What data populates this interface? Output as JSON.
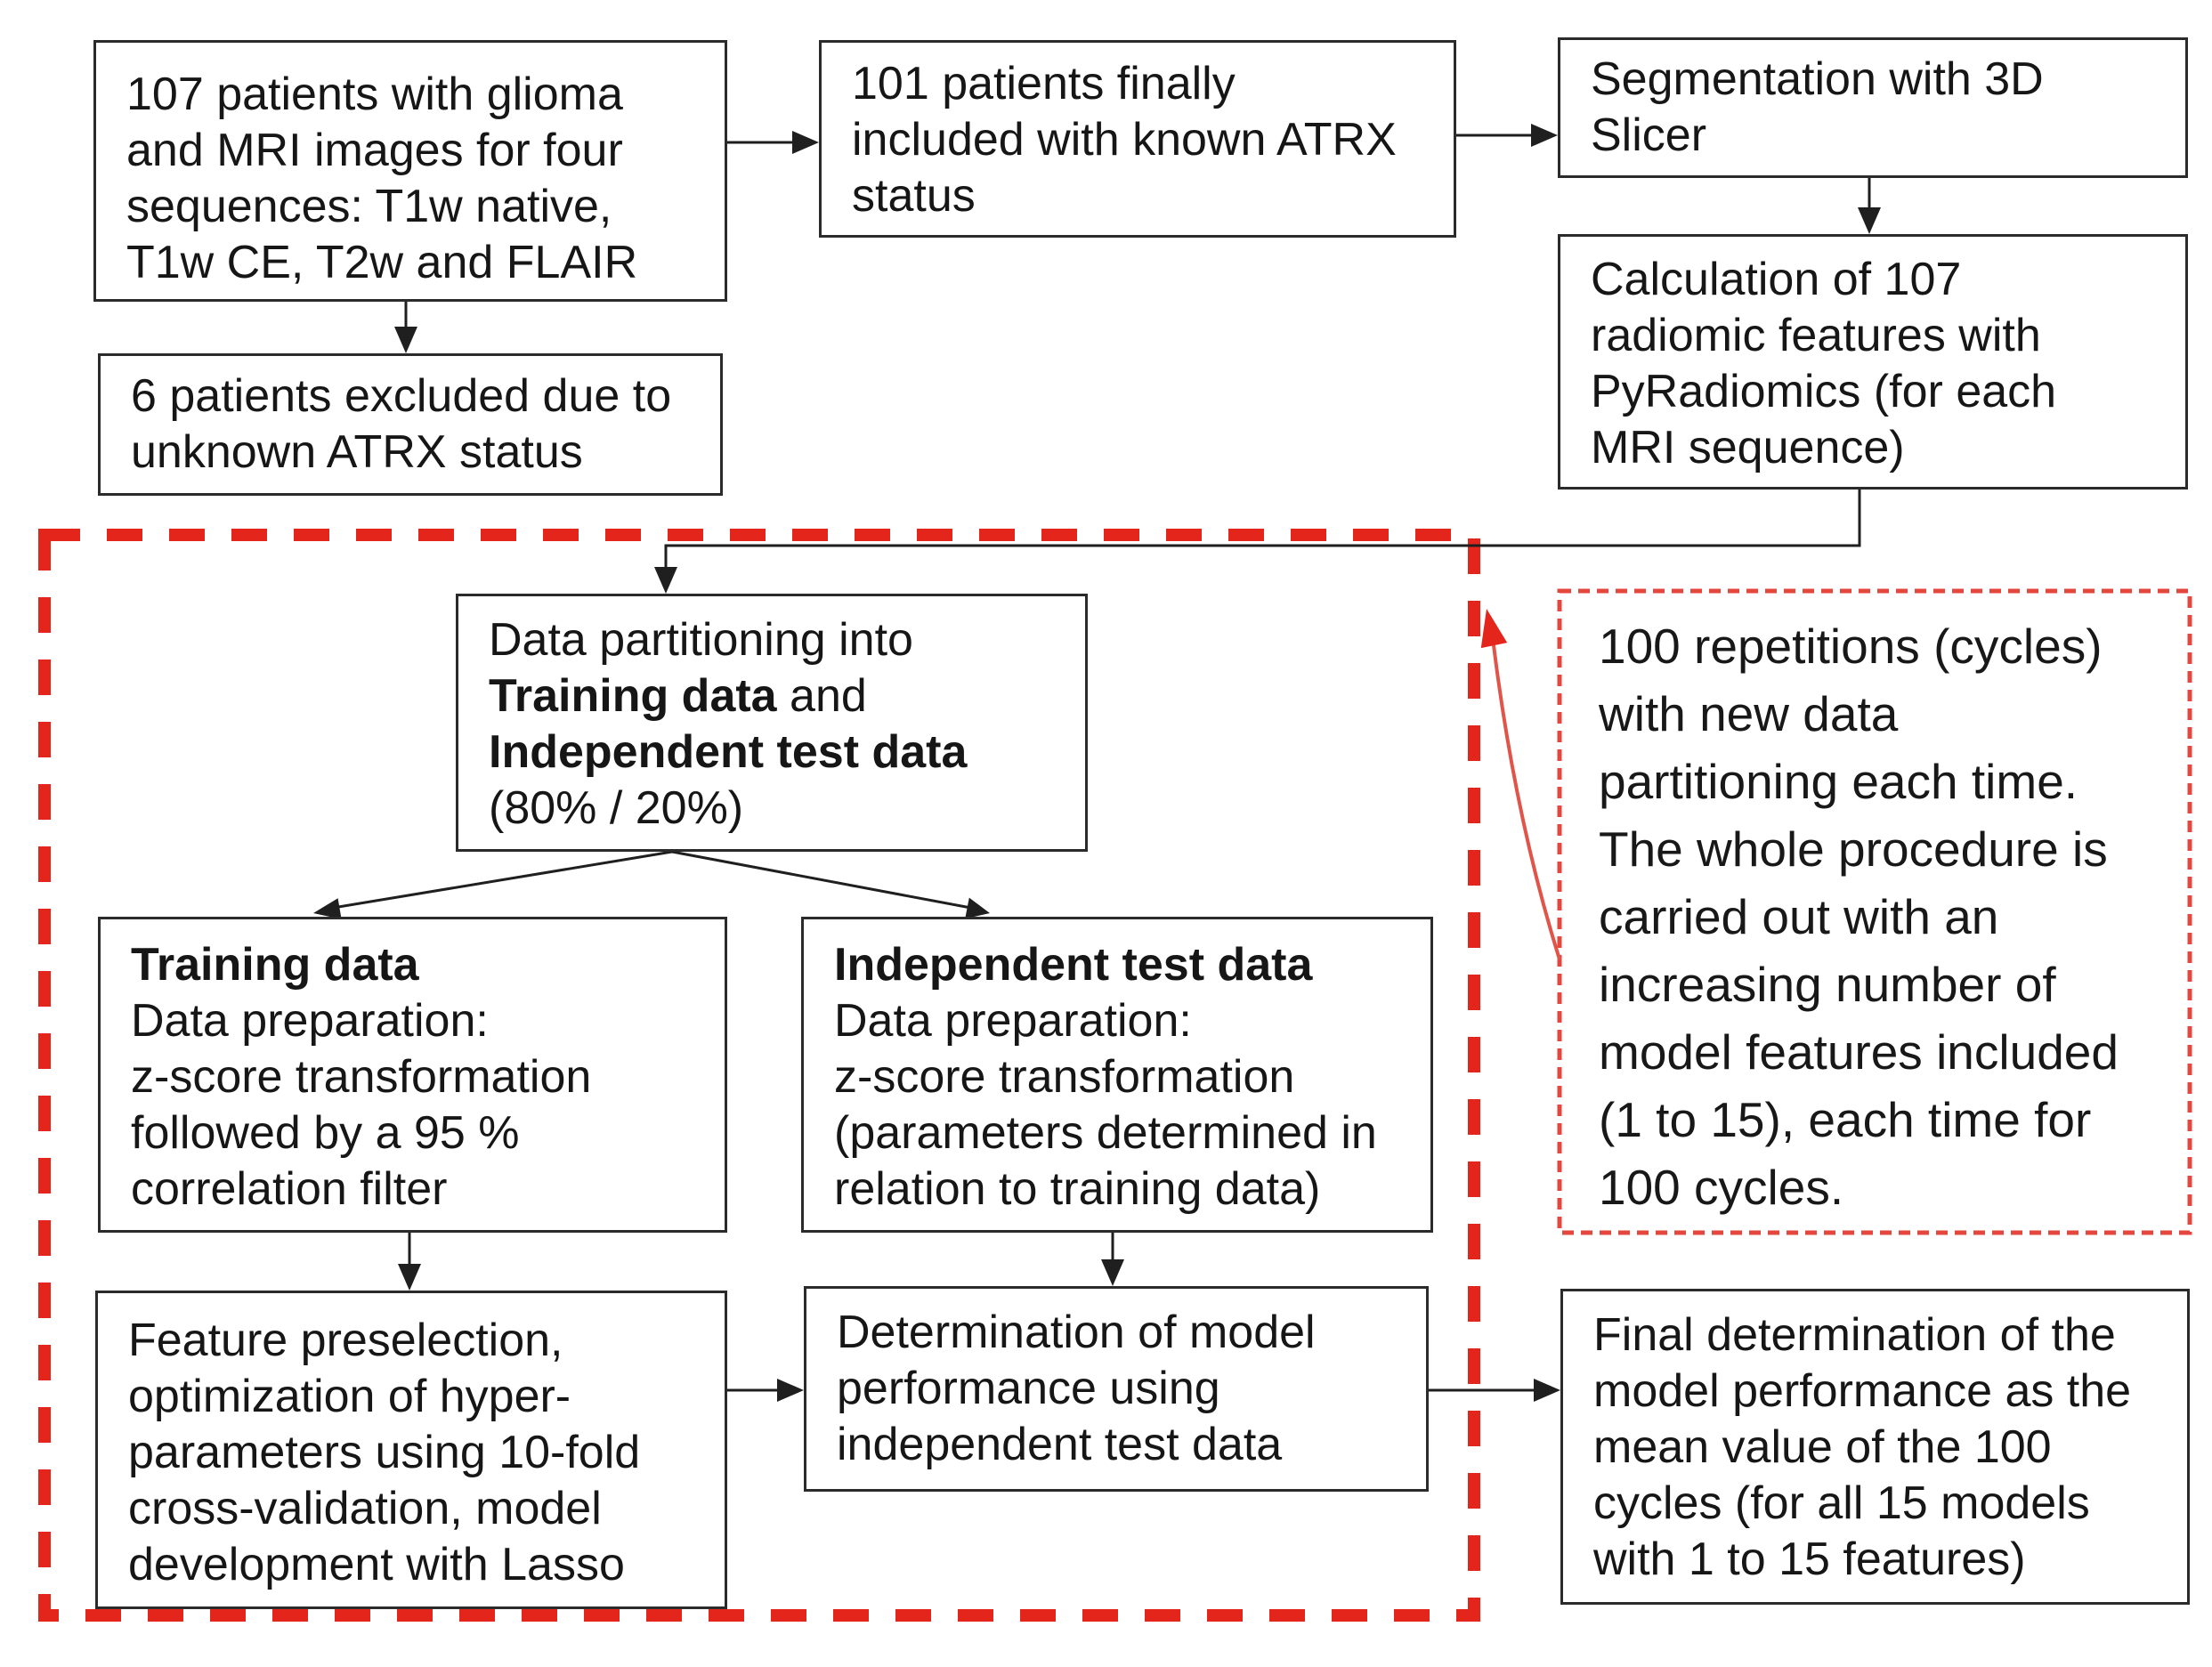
{
  "colors": {
    "background": "#ffffff",
    "box_border": "#2b2b2b",
    "text": "#161616",
    "arrow": "#1f1f1f",
    "red_strong": "#e3251c",
    "red_soft": "#e4473d",
    "red_pointer": "#e0544a"
  },
  "boxes": {
    "patients107": {
      "lines": [
        "107 patients with glioma",
        "and MRI images for four",
        "sequences: T1w native,",
        "T1w CE, T2w and FLAIR"
      ]
    },
    "excluded6": {
      "lines": [
        "6 patients excluded due to",
        "unknown ATRX status"
      ]
    },
    "patients101": {
      "lines": [
        "101 patients finally",
        "included with known ATRX",
        "status"
      ]
    },
    "segmentation": {
      "lines": [
        "Segmentation with 3D",
        "Slicer"
      ]
    },
    "calculation": {
      "lines": [
        "Calculation of 107",
        "radiomic features with",
        "PyRadiomics (for each",
        "MRI sequence)"
      ]
    },
    "partitioning": {
      "line1": "Data partitioning into",
      "line2_bold": "Training data",
      "line2_rest": " and",
      "line3_bold": "Independent test data",
      "line4": "(80% / 20%)"
    },
    "training": {
      "title": "Training data",
      "lines": [
        "Data preparation:",
        "z-score transformation",
        "followed by a 95 %",
        "correlation filter"
      ]
    },
    "independent_test": {
      "title": "Independent test data",
      "lines": [
        "Data preparation:",
        "z-score transformation",
        "(parameters determined in",
        "relation to training data)"
      ]
    },
    "feature_preselection": {
      "lines": [
        "Feature preselection,",
        "optimization of hyper-",
        "parameters using 10-fold",
        "cross-validation, model",
        "development with Lasso"
      ]
    },
    "determination": {
      "lines": [
        "Determination of model",
        "performance using",
        "independent test data"
      ]
    },
    "final_determination": {
      "lines": [
        "Final determination of the",
        "model performance as the",
        "mean value of the 100",
        "cycles (for all 15 models",
        "with 1 to 15 features)"
      ]
    },
    "repetitions_note": {
      "lines": [
        "100 repetitions (cycles)",
        "with new data",
        "partitioning each time.",
        "The whole procedure is",
        "carried out with an",
        "increasing number of",
        "model features included",
        "(1 to 15), each time for",
        "100 cycles."
      ]
    }
  }
}
